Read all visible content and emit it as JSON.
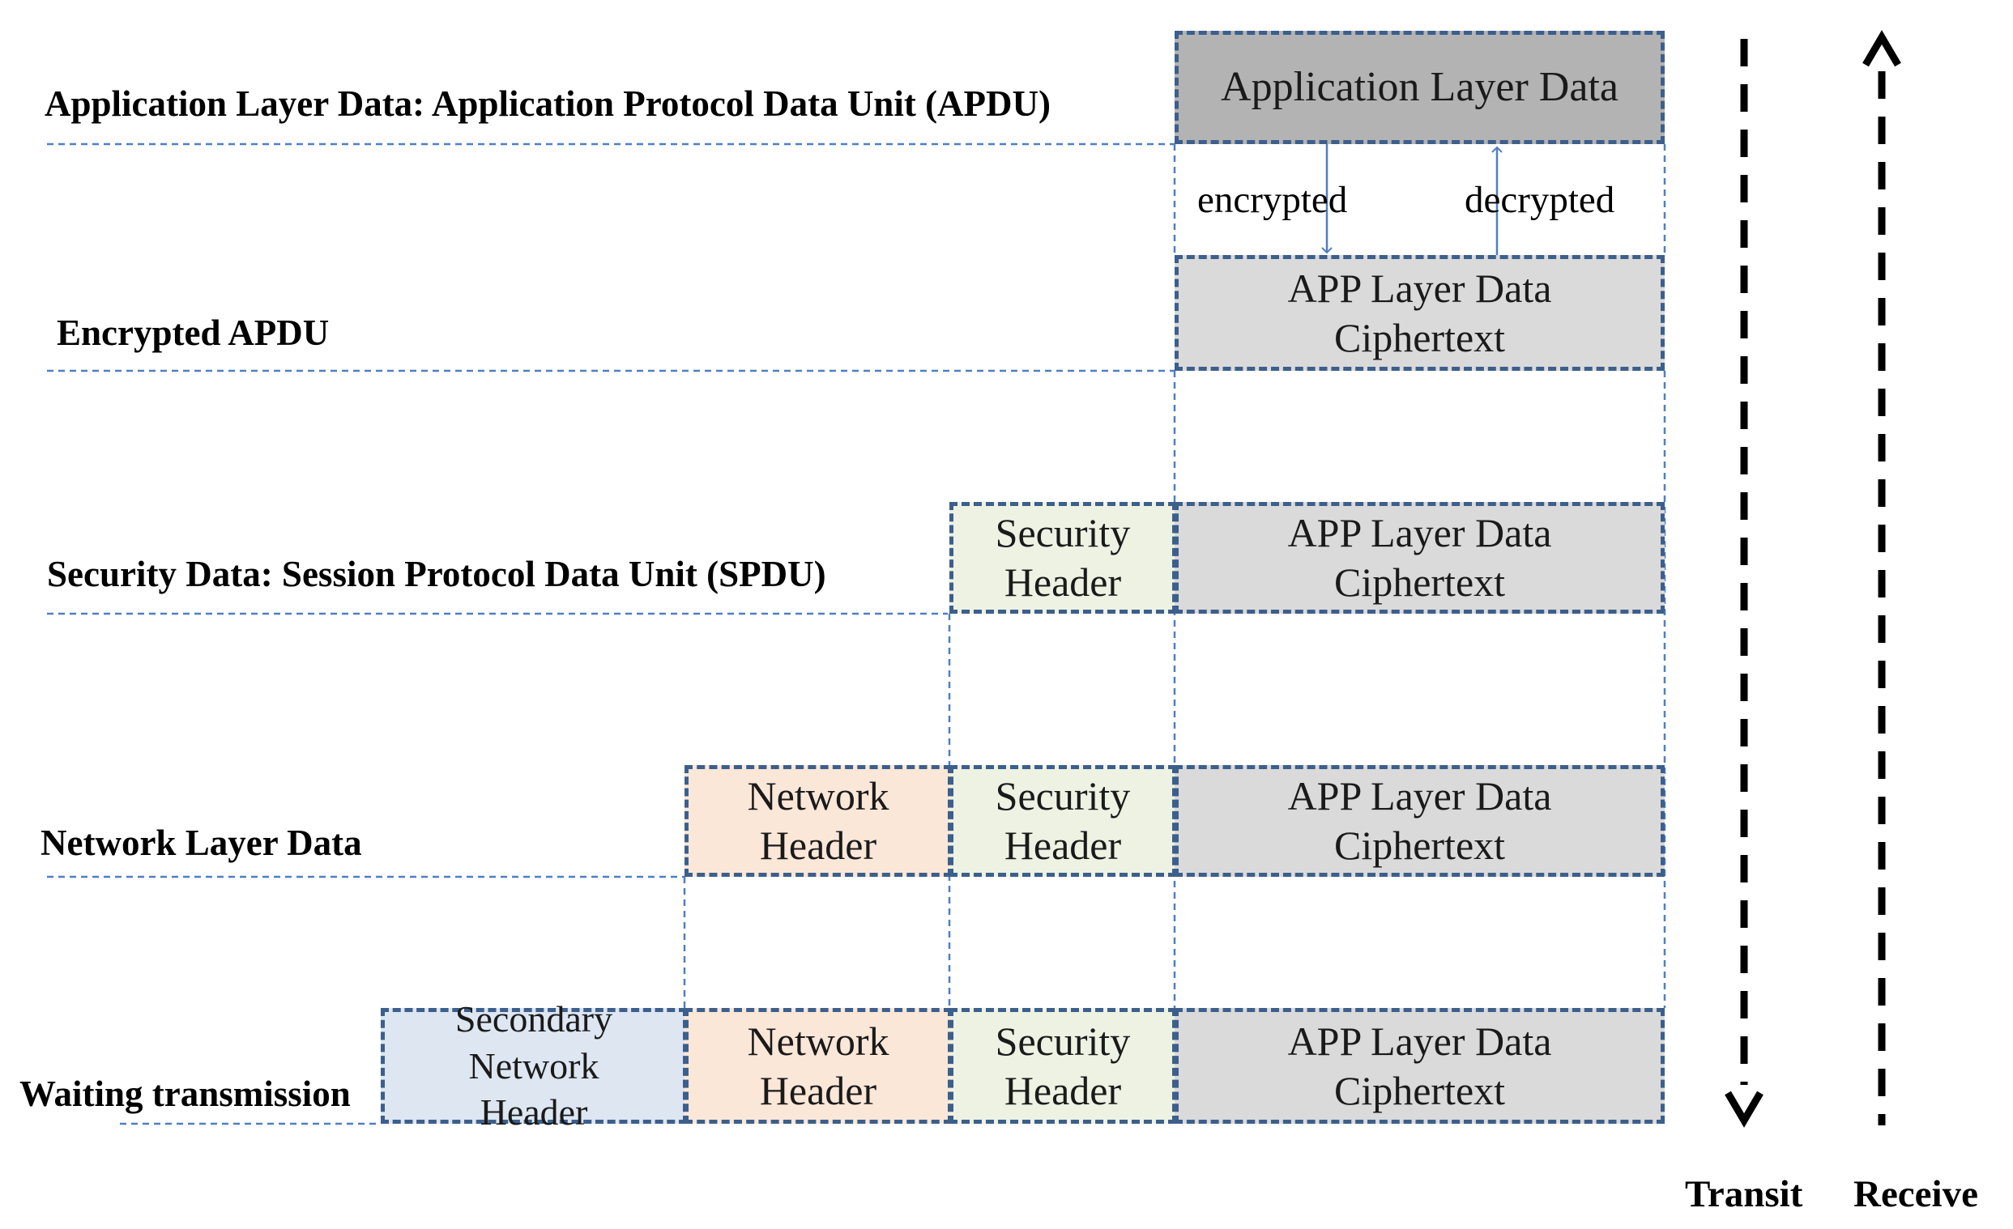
{
  "rows": {
    "apdu_label": "Application Layer Data: Application Protocol Data Unit (APDU)",
    "encrypted_apdu_label": "Encrypted APDU",
    "spdu_label": "Security Data: Session Protocol Data Unit (SPDU)",
    "network_layer_label": "Network Layer Data",
    "waiting_label": "Waiting transmission"
  },
  "blocks": {
    "application_layer_data": "Application Layer Data",
    "app_ciphertext": "APP Layer Data\nCiphertext",
    "security_header": "Security\nHeader",
    "network_header": "Network\nHeader",
    "secondary_network_header": "Secondary\nNetwork\nHeader"
  },
  "transitions": {
    "encrypted": "encrypted",
    "decrypted": "decrypted"
  },
  "directions": {
    "transit": "Transit",
    "receive": "Receive"
  },
  "colors": {
    "box_border": "#3c5f8c",
    "guide_line": "#4f7fc4",
    "app_plain_fill": "#b3b3b3",
    "cipher_fill": "#dadada",
    "security_fill": "#edf2e3",
    "network_fill": "#fbe7d8",
    "secondary_fill": "#dde6f1"
  }
}
